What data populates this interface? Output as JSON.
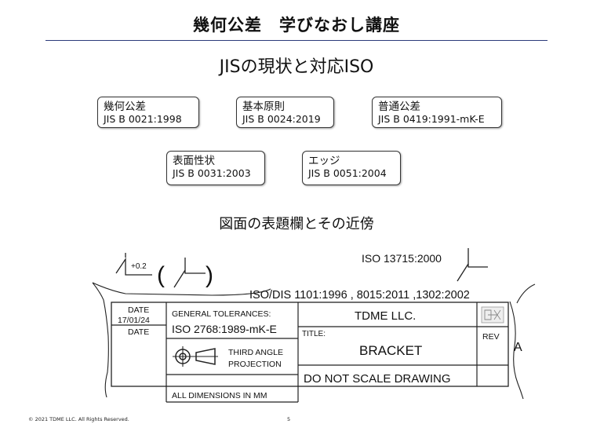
{
  "header": {
    "title": "幾何公差　学びなおし講座",
    "subtitle": "JISの現状と対応ISO"
  },
  "standards": [
    {
      "name": "幾何公差",
      "code": "JIS B 0021:1998"
    },
    {
      "name": "基本原則",
      "code": "JIS B 0024:2019"
    },
    {
      "name": "普通公差",
      "code": "JIS B 0419:1991-mK-E"
    },
    {
      "name": "表面性状",
      "code": "JIS B 0031:2003"
    },
    {
      "name": "エッジ",
      "code": "JIS B 0051:2004"
    }
  ],
  "section": {
    "heading": "図面の表題欄とその近傍"
  },
  "drawing": {
    "edge_iso_label": "ISO 13715:2000",
    "edge_tolerance": "+0.2",
    "iso_dis_label": "ISO/DIS 1101:1996 , 8015:2011 ,1302:2002",
    "title_block": {
      "date_label_1": "DATE",
      "date_value": "17/01/24",
      "date_label_2": "DATE",
      "general_tolerances_label": "GENERAL TOLERANCES:",
      "general_tolerances_value": "ISO 2768:1989-mK-E",
      "projection_line1": "THIRD ANGLE",
      "projection_line2": "PROJECTION",
      "units_note": "ALL DIMENSIONS IN MM",
      "company": "TDME LLC.",
      "title_label": "TITLE:",
      "title_value": "BRACKET",
      "rev_label": "REV",
      "scale_note": "DO NOT SCALE DRAWING",
      "revision_letter": "A"
    }
  },
  "footer": {
    "copyright": "© 2021 TDME LLC. All Rights Reserved.",
    "page_number": "5"
  }
}
